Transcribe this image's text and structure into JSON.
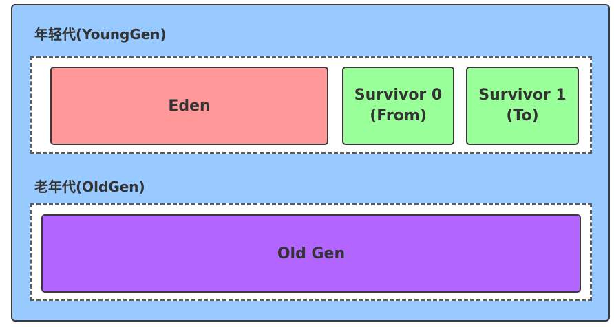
{
  "young_gen": {
    "label": "年轻代(YoungGen)",
    "eden": "Eden",
    "survivor0": {
      "line1": "Survivor 0",
      "line2": "(From)"
    },
    "survivor1": {
      "line1": "Survivor 1",
      "line2": "(To)"
    }
  },
  "old_gen": {
    "label": "老年代(OldGen)",
    "region": "Old Gen"
  },
  "colors": {
    "heap": "#99caff",
    "eden": "#ff9999",
    "survivor": "#99ff99",
    "old_gen": "#b266ff"
  }
}
